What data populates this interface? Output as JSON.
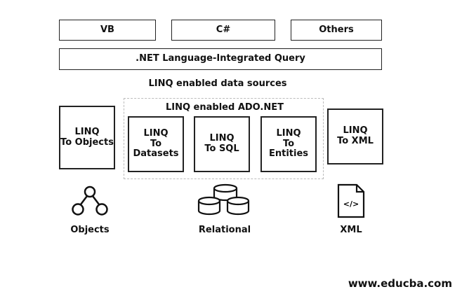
{
  "languages": [
    "VB",
    "C#",
    "Others"
  ],
  "linq_bar": ".NET Language-Integrated Query",
  "sources_label": "LINQ enabled data sources",
  "ado_label": "LINQ enabled ADO.NET",
  "providers": {
    "objects": [
      "LINQ",
      "To Objects"
    ],
    "datasets": [
      "LINQ",
      "To Datasets"
    ],
    "sql": [
      "LINQ",
      "To SQL"
    ],
    "entities": [
      "LINQ",
      "To Entities"
    ],
    "xml": [
      "LINQ",
      "To XML"
    ]
  },
  "bottom_labels": {
    "objects": "Objects",
    "relational": "Relational",
    "xml": "XML"
  },
  "xml_icon_text": "</>",
  "watermark": "www.educba.com"
}
